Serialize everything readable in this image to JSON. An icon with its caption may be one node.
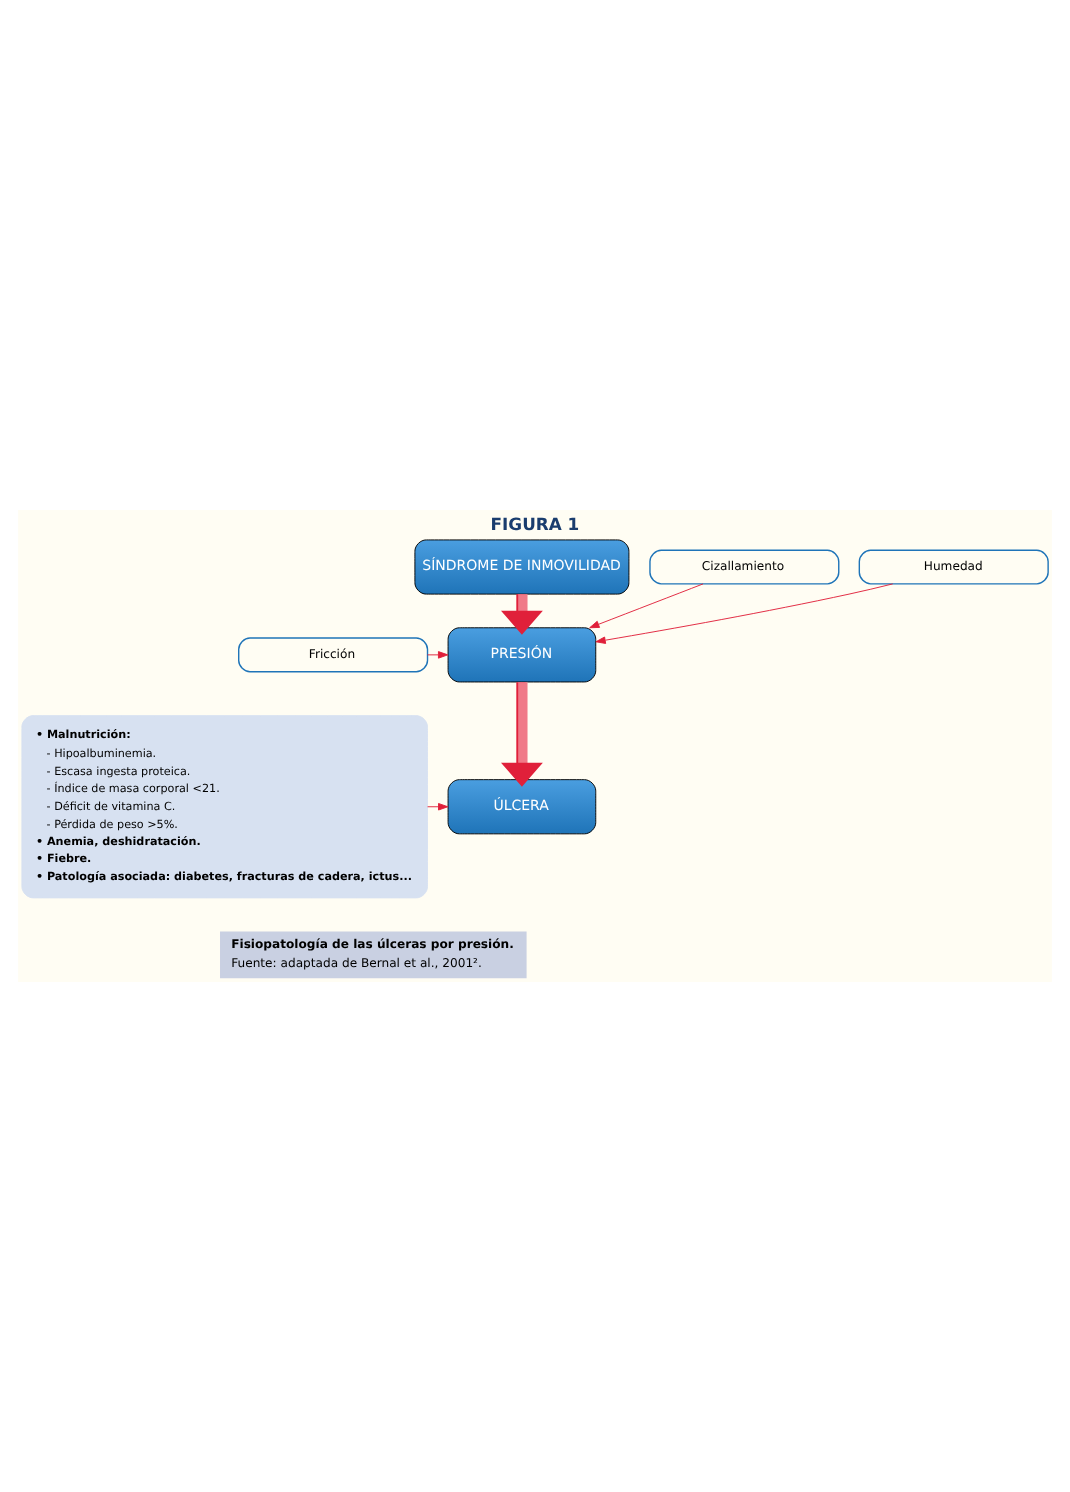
{
  "diagram": {
    "title": "FIGURA 1",
    "caption": "Fisiopatología de las úlceras por presión.",
    "nodes": [
      {
        "text": [
          "SÍNDROME DE INMOVILIDAD"
        ]
      },
      {
        "text": [
          "PRESIÓN"
        ]
      },
      {
        "text": [
          "ÚLCERA"
        ]
      },
      {
        "text": [
          "Cizallamiento"
        ]
      },
      {
        "text": [
          "Fricción"
        ]
      },
      {
        "text": [
          "Humedad"
        ]
      },
      {
        "text": [
          "• Malnutrición:",
          "- Hipoalbuminemia.",
          "- Escasa ingesta proteica.",
          "- Índice de masa corporal <21.",
          "- Déficit de vitamina C.",
          "- Pérdida de peso >5%.",
          "• Anemia, deshidratación.",
          "• Fiebre.",
          "• Patología asociada: diabetes, fracturas de cadera, ictus..."
        ]
      }
    ],
    "edges": [
      {
        "from": 0,
        "to": 1,
        "arrow": "to",
        "style": "thick"
      },
      {
        "from": 1,
        "to": 2,
        "arrow": "to",
        "style": "thick"
      },
      {
        "from": 3,
        "to": 1,
        "arrow": "to"
      },
      {
        "from": 4,
        "to": 1,
        "arrow": "to"
      },
      {
        "from": 5,
        "to": 1,
        "arrow": "to"
      },
      {
        "from": 6,
        "to": 2,
        "arrow": "to"
      }
    ],
    "labels": [
      "Fuente: adaptada de Bernal et al., 2001²."
    ]
  }
}
